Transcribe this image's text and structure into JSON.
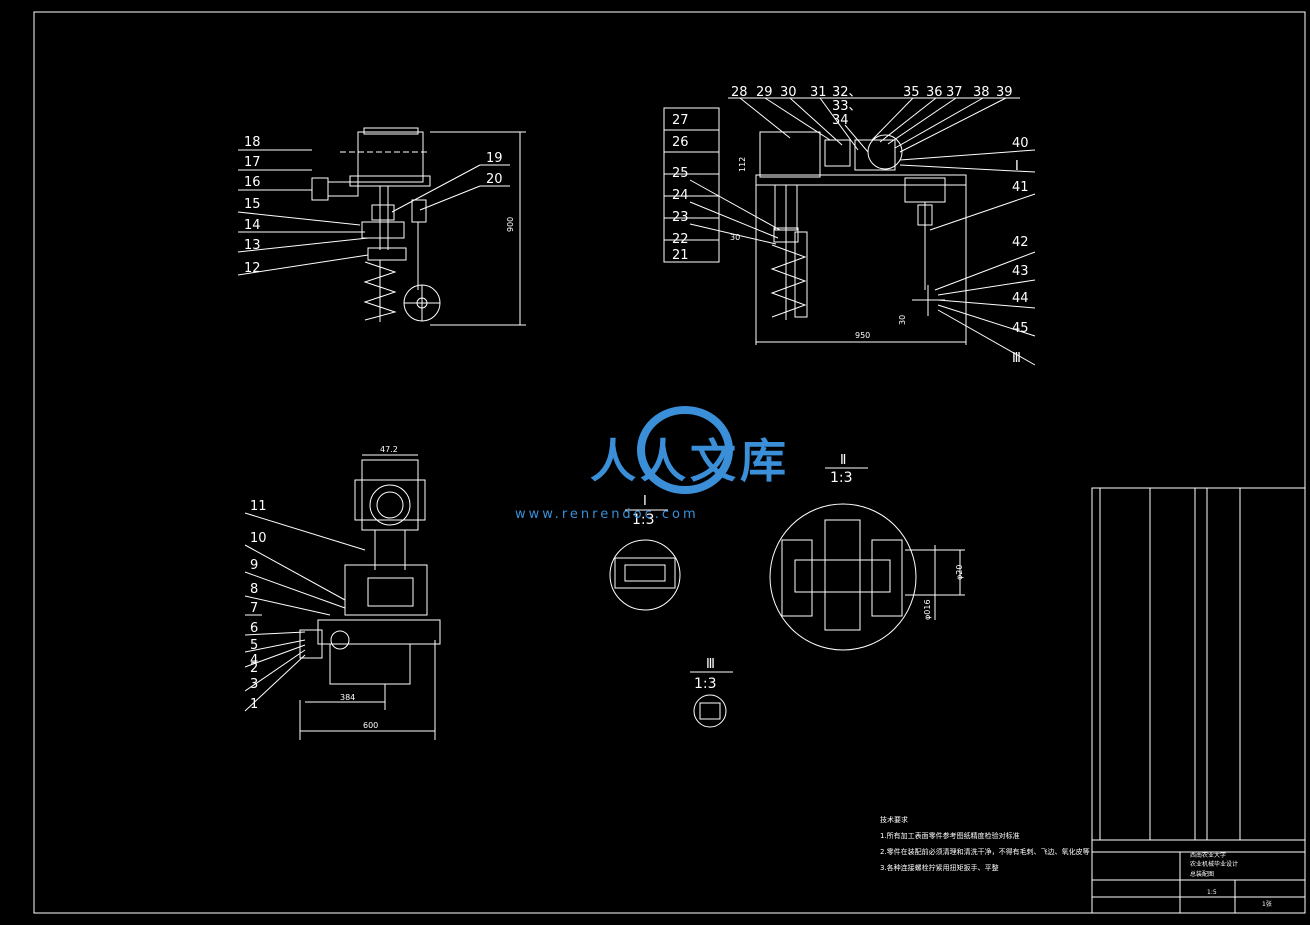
{
  "drawing": {
    "view1_labels": [
      "18",
      "17",
      "16",
      "15",
      "14",
      "13",
      "12",
      "19",
      "20"
    ],
    "view1_dim": "900",
    "view2_labels_left": [
      "27",
      "26",
      "25",
      "24",
      "23",
      "22",
      "21"
    ],
    "view2_labels_top": [
      "28",
      "29",
      "30",
      "31",
      "32、",
      "33、",
      "34",
      "35",
      "36",
      "37",
      "38",
      "39"
    ],
    "view2_labels_right": [
      "40",
      "Ⅰ",
      "41",
      "42",
      "43",
      "44",
      "45",
      "Ⅲ"
    ],
    "view2_dims": {
      "width": "950",
      "small1": "112",
      "small2": "30",
      "small3": "30"
    },
    "view3_labels": [
      "11",
      "10",
      "9",
      "8",
      "7",
      "6",
      "5",
      "4",
      "3",
      "2",
      "1"
    ],
    "view3_dims": {
      "top": "47.2",
      "mid": "384",
      "bottom": "600"
    },
    "detail_I": {
      "name": "Ⅰ",
      "scale": "1:3"
    },
    "detail_II": {
      "name": "Ⅱ",
      "scale": "1:3",
      "dim1": "φ20",
      "dim2": "φ016"
    },
    "detail_III": {
      "name": "Ⅲ",
      "scale": "1:3"
    }
  },
  "watermark": {
    "brand": "人人文库",
    "url": "www.renrendoc.com"
  },
  "notes": {
    "title": "技术要求",
    "items": [
      "1.所有加工表面零件参考图纸精度检验对标准",
      "2.零件在装配前必须清理和清洗干净，不得有毛刺、飞边、氧化皮等",
      "3.各种连接螺栓拧紧用扭矩扳手、平整"
    ]
  },
  "title_block": {
    "school": "西南农业大学",
    "project": "农业机械毕业设计",
    "drawing_name": "总装配图",
    "scale": "1:5",
    "sheet": "1张"
  }
}
